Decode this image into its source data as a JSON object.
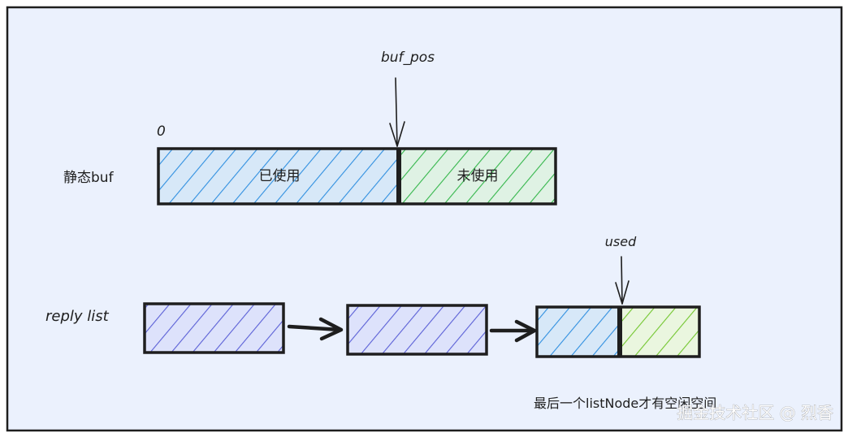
{
  "colors": {
    "background": "#ebf1fd",
    "frame": "#1e1e1e",
    "used_hatch": "#2f8fe0",
    "used_fill": "#d7e8f8",
    "unused_hatch": "#33b64a",
    "unused_fill": "#dff2e4",
    "list_hatch": "#5a5fd6",
    "list_fill": "#dde2fb",
    "last_unused_hatch": "#72c62e",
    "last_unused_fill": "#eaf6df"
  },
  "static_buf": {
    "row_label": "静态buf",
    "zero_label": "0",
    "pointer_label": "buf_pos",
    "used_label": "已使用",
    "unused_label": "未使用"
  },
  "reply_list": {
    "row_label": "reply list",
    "pointer_label": "used",
    "note": "最后一个listNode才有空闲空间"
  },
  "watermark": "掘金技术社区 @ 烈香"
}
